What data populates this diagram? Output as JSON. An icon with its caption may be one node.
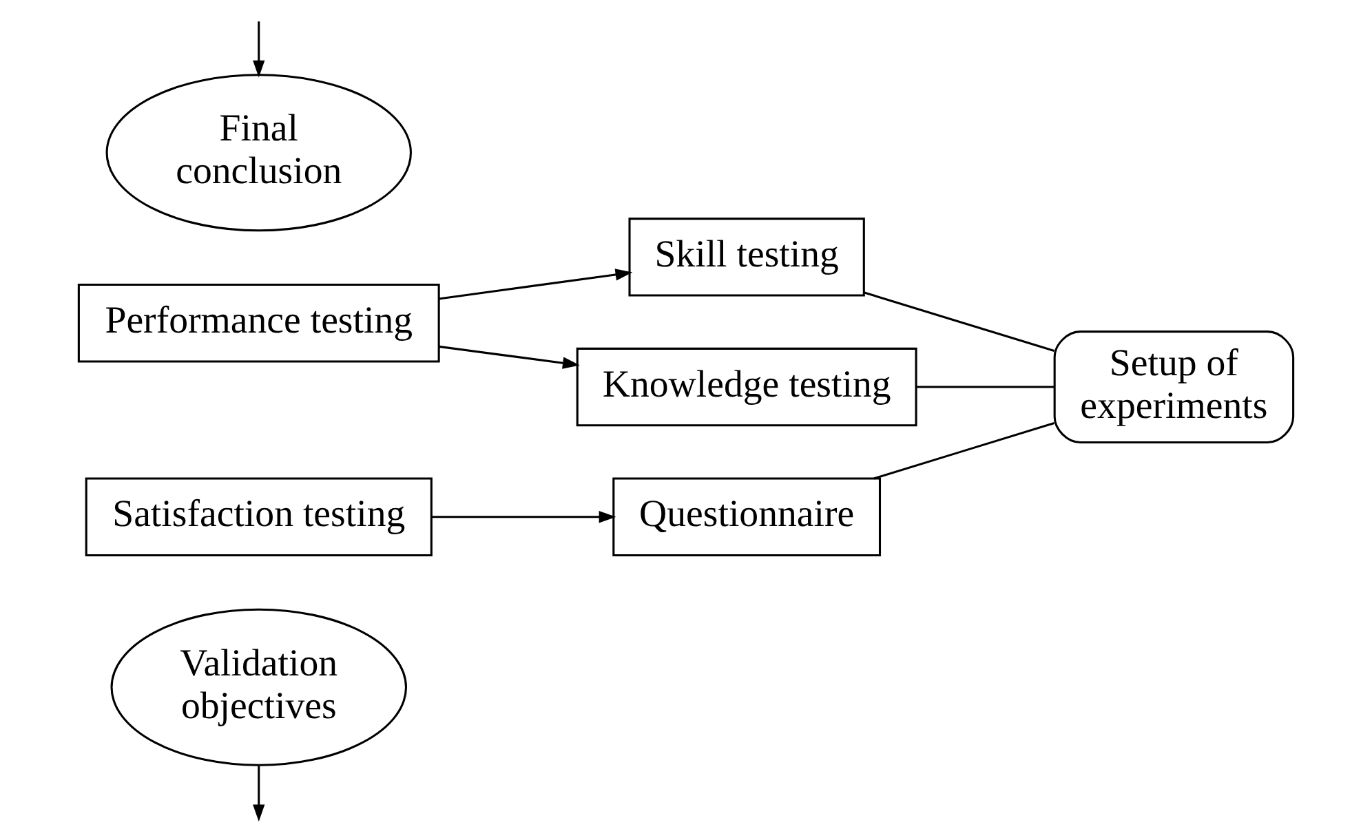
{
  "diagram": {
    "nodes": [
      {
        "text": [
          "Validation objectives"
        ]
      },
      {
        "text": [
          "Performance testing"
        ]
      },
      {
        "text": [
          "Skill testing"
        ]
      },
      {
        "text": [
          "Knowledge testing"
        ]
      },
      {
        "text": [
          "Satisfaction testing"
        ]
      },
      {
        "text": [
          "Questionnaire"
        ]
      },
      {
        "text": [
          "Setup of experiments"
        ]
      },
      {
        "text": [
          "Final conclusion"
        ]
      }
    ],
    "edges": [
      {
        "from": 0,
        "to": null,
        "arrow": "to"
      },
      {
        "from": 1,
        "to": 2,
        "arrow": "to"
      },
      {
        "from": 1,
        "to": 3,
        "arrow": "to"
      },
      {
        "from": 4,
        "to": 5,
        "arrow": "to"
      },
      {
        "from": 2,
        "to": 6,
        "arrow": "none"
      },
      {
        "from": 3,
        "to": 6,
        "arrow": "none"
      },
      {
        "from": 5,
        "to": 6,
        "arrow": "none"
      },
      {
        "from": null,
        "to": 7,
        "arrow": "to"
      }
    ]
  }
}
